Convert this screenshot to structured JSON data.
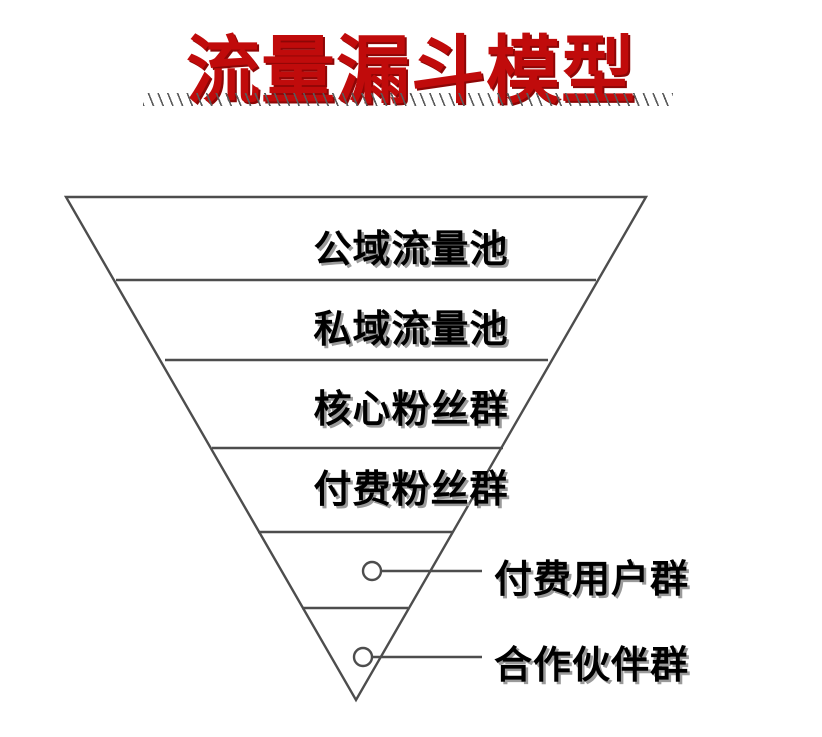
{
  "title": {
    "text": "流量漏斗模型",
    "color": "#c00b0b",
    "underline_style": "diagonal-hatch"
  },
  "diagram": {
    "type": "inverted-funnel",
    "stroke_color": "#4d4d4d",
    "fill_color": "#ffffff",
    "bands": [
      {
        "label": "公域流量池",
        "position": "inside"
      },
      {
        "label": "私域流量池",
        "position": "inside"
      },
      {
        "label": "核心粉丝群",
        "position": "inside"
      },
      {
        "label": "付费粉丝群",
        "position": "inside"
      },
      {
        "label": "付费用户群",
        "position": "callout"
      },
      {
        "label": "合作伙伴群",
        "position": "callout"
      }
    ]
  }
}
